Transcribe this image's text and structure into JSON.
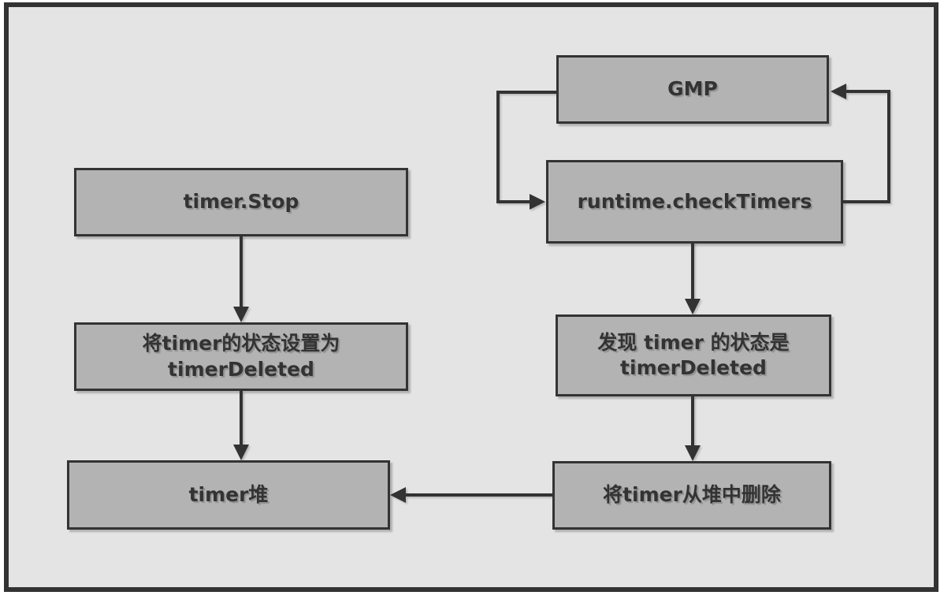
{
  "diagram": {
    "title": "Go timer.Stop deletion flow",
    "colors": {
      "canvas_bg": "#e5e4e5",
      "node_fill": "#b3b3b3",
      "stroke": "#333333",
      "text": "#333333"
    },
    "nodes": {
      "gmp": {
        "label": "GMP"
      },
      "check_timers": {
        "label": "runtime.checkTimers"
      },
      "timer_stop": {
        "label": "timer.Stop"
      },
      "set_deleted": {
        "label": "将timer的状态设置为\ntimerDeleted"
      },
      "found_deleted": {
        "label": "发现 timer 的状态是\ntimerDeleted"
      },
      "remove_heap": {
        "label": "将timer从堆中删除"
      },
      "timer_heap": {
        "label": "timer堆"
      }
    },
    "edges": [
      {
        "from": "gmp",
        "to": "check_timers"
      },
      {
        "from": "check_timers",
        "to": "gmp"
      },
      {
        "from": "timer_stop",
        "to": "set_deleted"
      },
      {
        "from": "set_deleted",
        "to": "timer_heap"
      },
      {
        "from": "check_timers",
        "to": "found_deleted"
      },
      {
        "from": "found_deleted",
        "to": "remove_heap"
      },
      {
        "from": "remove_heap",
        "to": "timer_heap"
      }
    ]
  }
}
